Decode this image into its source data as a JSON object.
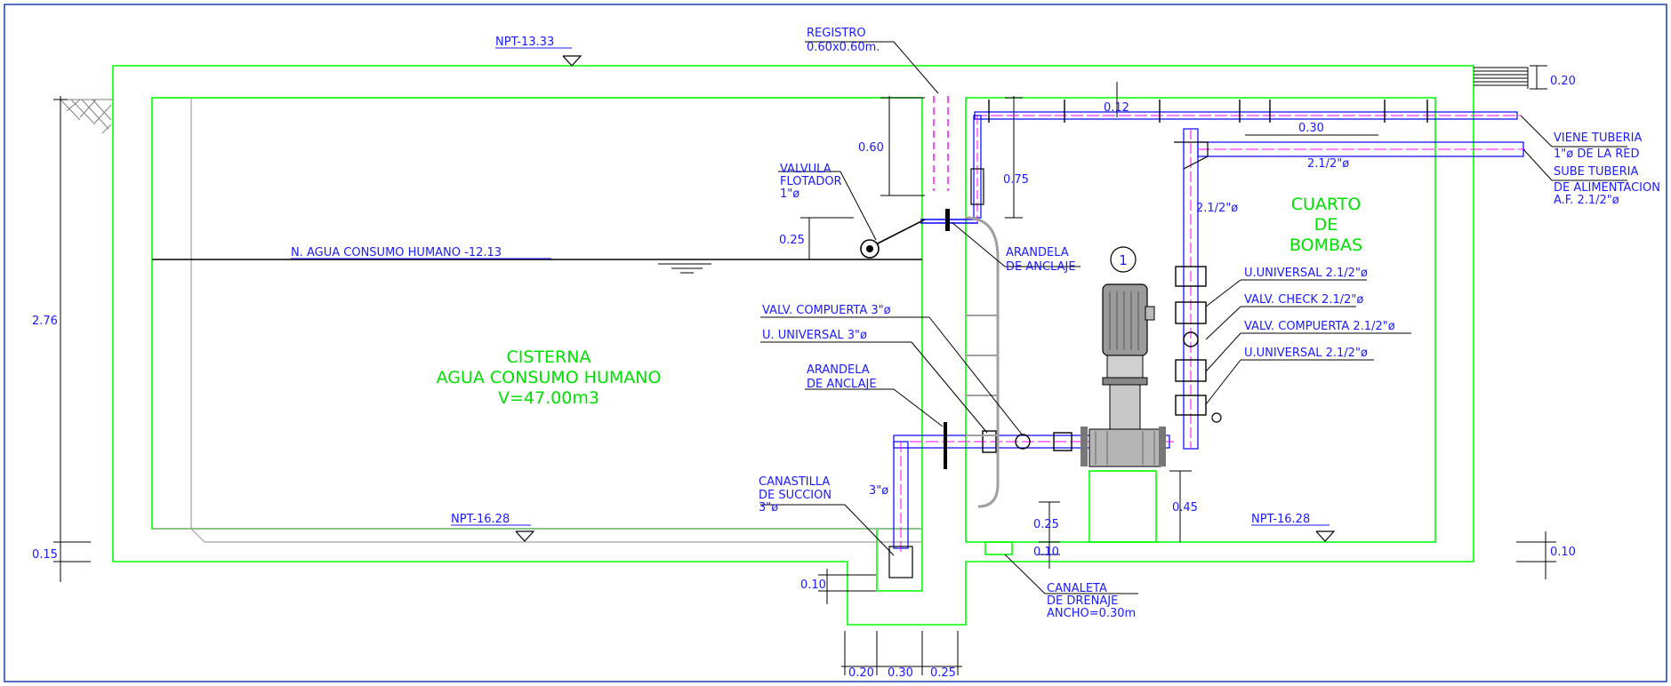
{
  "labels": {
    "npt_top": "NPT-13.33",
    "npt_bottom_left": "NPT-16.28",
    "npt_bottom_right": "NPT-16.28",
    "registro_line1": "REGISTRO",
    "registro_line2": "0.60x0.60m.",
    "valvula_line1": "VALVULA",
    "valvula_line2": "FLOTADOR",
    "valvula_line3": "1\"ø",
    "water_level": "N. AGUA CONSUMO HUMANO -12.13",
    "arandela_top_line1": "ARANDELA",
    "arandela_top_line2": "DE ANCLAJE",
    "valv_compuerta_3": "VALV. COMPUERTA 3\"ø",
    "u_universal_3": "U. UNIVERSAL 3\"ø",
    "arandela_left_line1": "ARANDELA",
    "arandela_left_line2": "DE ANCLAJE",
    "canastilla_line1": "CANASTILLA",
    "canastilla_line2": "DE SUCCION",
    "canastilla_line3": "3\"ø",
    "pipe_3": "3\"ø",
    "pipe_212_a": "2.1/2\"ø",
    "pipe_212_b": "2.1/2\"ø",
    "pump_number": "1",
    "uu_212_top": "U.UNIVERSAL 2.1/2\"ø",
    "check_212": "VALV. CHECK 2.1/2\"ø",
    "compuerta_212": "VALV. COMPUERTA 2.1/2\"ø",
    "uu_212_bottom": "U.UNIVERSAL 2.1/2\"ø",
    "viene_line1": "VIENE TUBERIA",
    "viene_line2": "1\"ø DE LA RED",
    "sube_line1": "SUBE TUBERIA",
    "sube_line2": "DE ALIMENTACION",
    "sube_line3": "A.F. 2.1/2\"ø",
    "canaleta_line1": "CANALETA",
    "canaleta_line2": "DE DRENAJE",
    "canaleta_line3": "ANCHO=0.30m",
    "cisterna_line1": "CISTERNA",
    "cisterna_line2": "AGUA CONSUMO HUMANO",
    "cisterna_line3": "V=47.00m3",
    "cuarto_line1": "CUARTO",
    "cuarto_line2": "DE",
    "cuarto_line3": "BOMBAS"
  },
  "dimensions": {
    "d_276": "2.76",
    "d_015": "0.15",
    "d_060": "0.60",
    "d_025_float": "0.25",
    "d_075": "0.75",
    "d_012": "0.12",
    "d_030_top": "0.30",
    "d_020_top": "0.20",
    "d_045": "0.45",
    "d_025_drain": "0.25",
    "d_010_drain": "0.10",
    "d_010_right": "0.10",
    "d_010_pit": "0.10",
    "d_020_bottom": "0.20",
    "d_030_bottom": "0.30",
    "d_025_bottom": "0.25"
  },
  "colors": {
    "wall": "#00ff00",
    "text": "#0000ff",
    "pipe": "#0000ff",
    "axis": "#ff00ff",
    "ink": "#000000",
    "equipment": "#808080"
  }
}
